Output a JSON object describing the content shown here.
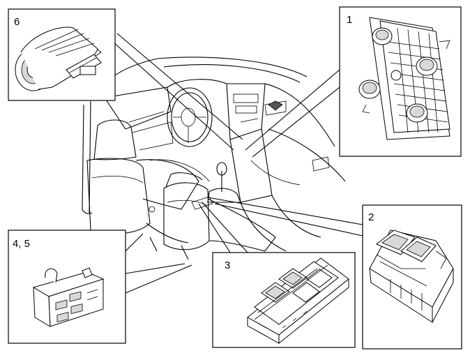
{
  "callouts": [
    {
      "id": "1",
      "label": "1"
    },
    {
      "id": "2",
      "label": "2"
    },
    {
      "id": "3",
      "label": "3"
    },
    {
      "id": "4-5",
      "label": "4, 5"
    },
    {
      "id": "6",
      "label": "6"
    }
  ]
}
